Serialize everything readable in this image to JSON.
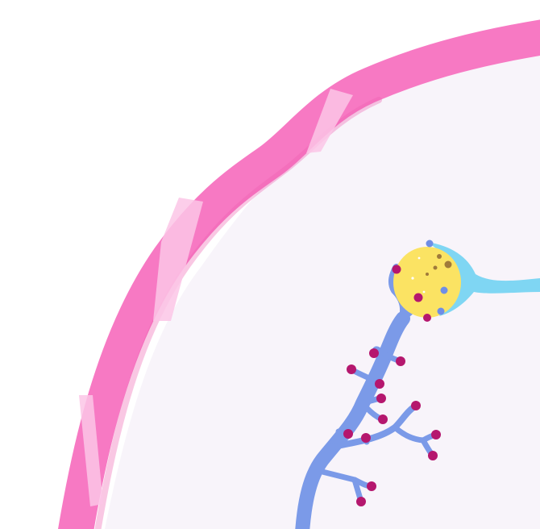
{
  "scene": {
    "colors": {
      "background": "#ffffff",
      "interior": "#f8f4fa",
      "membrane": "#f779c3",
      "membrane_dark": "#ee5fae",
      "membrane_highlight": "#fbc5e6",
      "soma": "#fbe363",
      "soma_spots": "#a07a3a",
      "axon_cap": "#7fd6f3",
      "dendrite": "#7b9ae8",
      "terminal_dots": "#b5176e",
      "light_dots": "#6f8ee6"
    },
    "icons": [
      "membrane-band",
      "neuron-cell-body",
      "dendrite-tree",
      "synaptic-terminals"
    ]
  }
}
